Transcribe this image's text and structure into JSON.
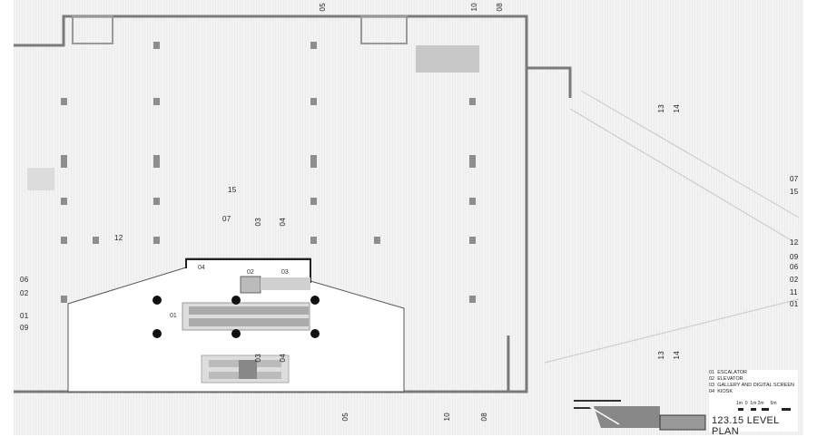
{
  "title": "123.15 LEVEL PLAN",
  "legend": [
    {
      "num": "01",
      "label": "ESCALATOR"
    },
    {
      "num": "02",
      "label": "ELEVATOR"
    },
    {
      "num": "03",
      "label": "GALLERY AND DIGITAL SCREEN"
    },
    {
      "num": "04",
      "label": "KIOSK"
    }
  ],
  "scale_bar": {
    "labels": [
      "1m",
      "0",
      "1m",
      "2m",
      "5m"
    ]
  },
  "room_tags": [
    "01",
    "02",
    "03",
    "04"
  ],
  "section_markers": {
    "top": [
      "05",
      "10",
      "08"
    ],
    "diagonal_top": [
      "13",
      "14"
    ],
    "right": [
      "07",
      "15",
      "12",
      "09",
      "06",
      "02",
      "11",
      "01"
    ],
    "left": [
      "06",
      "02",
      "01",
      "09"
    ],
    "interior": [
      "15",
      "07",
      "03",
      "04",
      "12"
    ],
    "interior_bottom": [
      "03",
      "04"
    ],
    "bottom": [
      "05",
      "10",
      "08"
    ],
    "diagonal_bottom": [
      "13",
      "14"
    ]
  },
  "colors": {
    "background": "#f2f2f2",
    "wall": "#7a7a7a",
    "column": "#9a9a9a",
    "void": "#ffffff",
    "ink": "#222222"
  }
}
